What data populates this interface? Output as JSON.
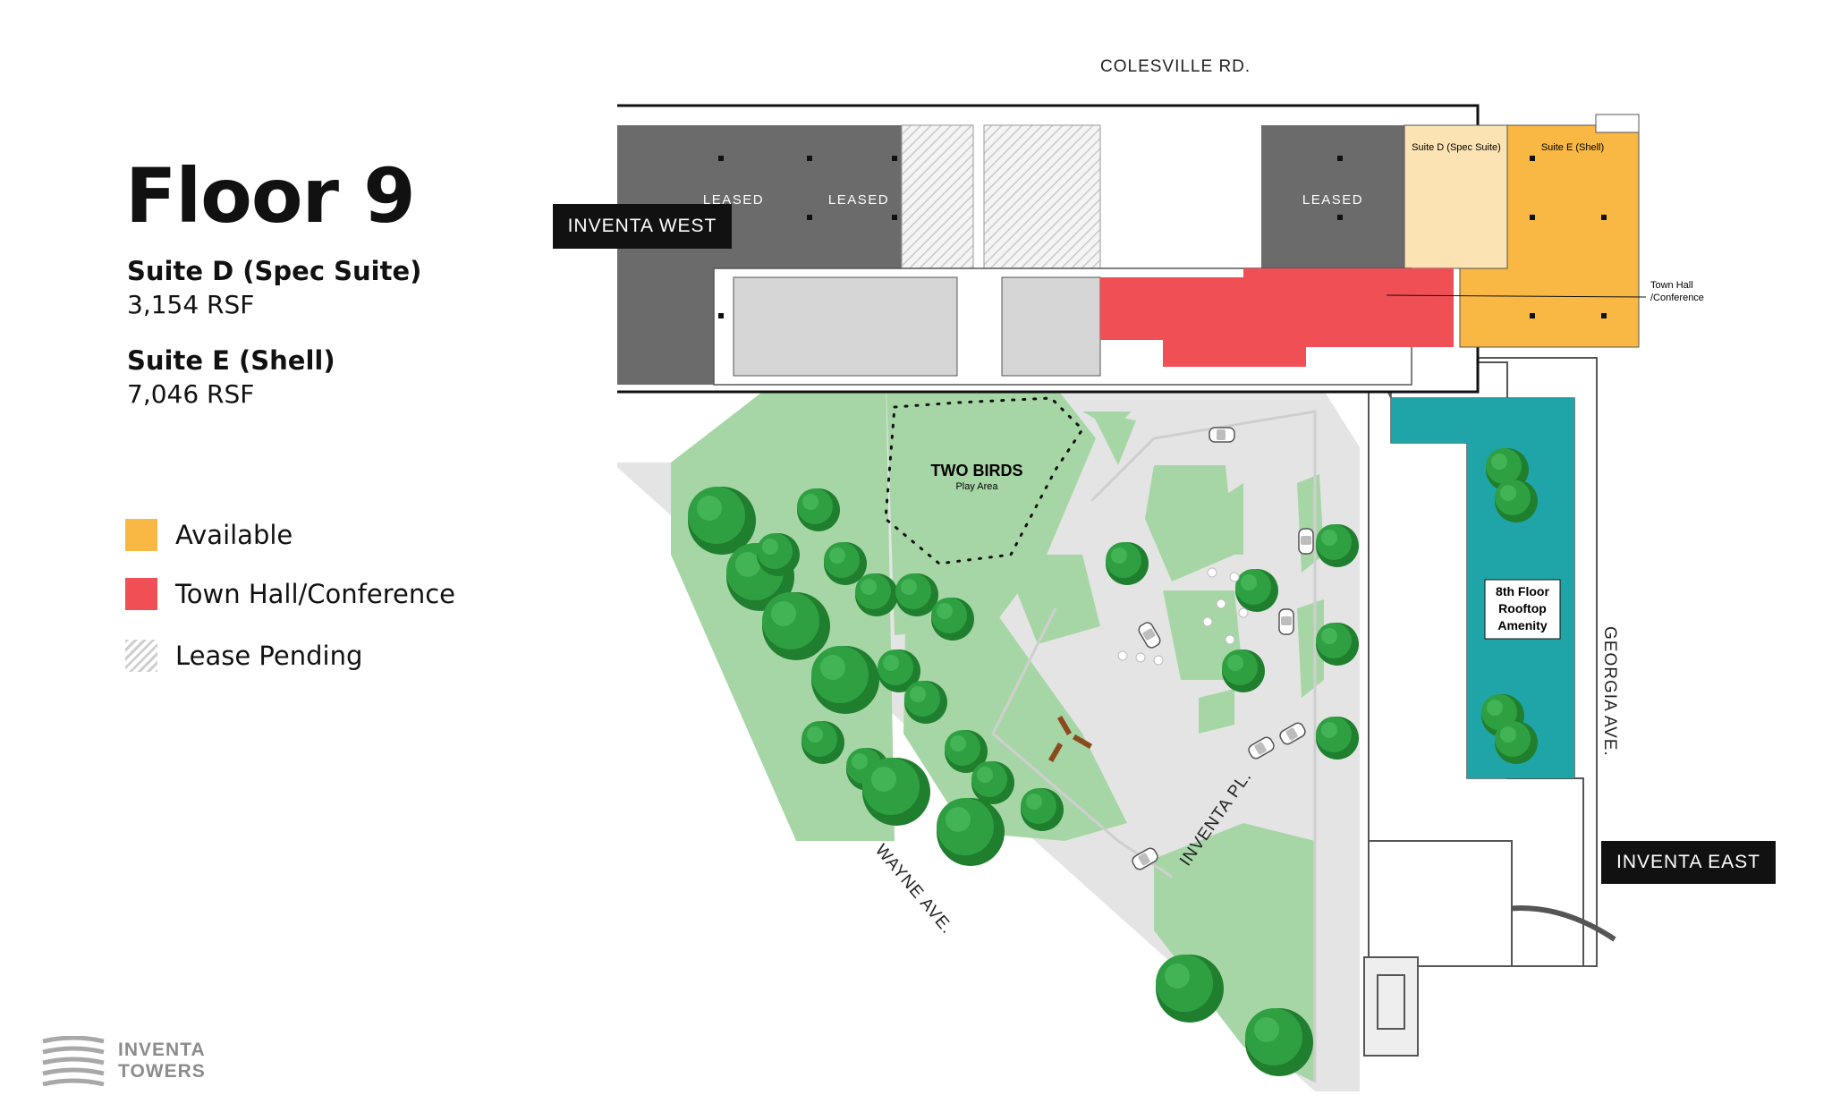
{
  "floor_title": "Floor 9",
  "suites": [
    {
      "name": "Suite D (Spec Suite)",
      "rsf": "3,154 RSF"
    },
    {
      "name": "Suite E (Shell)",
      "rsf": "7,046 RSF"
    }
  ],
  "legend": [
    {
      "label": "Available",
      "color": "#F8B843"
    },
    {
      "label": "Town Hall/Conference",
      "color": "#EF4F55"
    },
    {
      "label": "Lease Pending",
      "pattern": "hatched-gray"
    }
  ],
  "logo": {
    "line1": "INVENTA",
    "line2": "TOWERS"
  },
  "map": {
    "building_tags": {
      "west": "INVENTA WEST",
      "east": "INVENTA EAST"
    },
    "streets": {
      "north": "COLESVILLE RD.",
      "east": "GEORGIA AVE.",
      "southwest": "WAYNE AVE.",
      "inner": "INVENTA PL."
    },
    "leased_label": "LEASED",
    "suite_header_d": "Suite D (Spec Suite)",
    "suite_header_e": "Suite E (Shell)",
    "townhall_callout_1": "Town Hall",
    "townhall_callout_2": "/Conference",
    "play_area_title": "TWO BIRDS",
    "play_area_sub": "Play Area",
    "amenity_1": "8th Floor",
    "amenity_2": "Rooftop",
    "amenity_3": "Amenity",
    "colors": {
      "leased": "#6B6B6B",
      "available": "#F8B843",
      "spec_suite": "#FBE3B3",
      "town_hall": "#EF4F55",
      "green_space": "#A4D6A4",
      "tree": "#2E9E3E",
      "rooftop": "#1FA5A8",
      "paving": "#E2E2E2",
      "tag": "#111111"
    }
  }
}
